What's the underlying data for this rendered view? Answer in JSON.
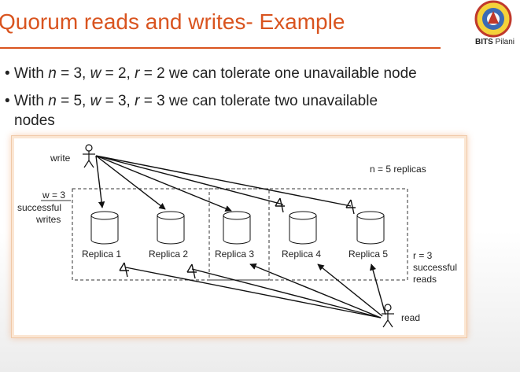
{
  "slide": {
    "title": "Quorum reads and writes- Example",
    "logo_text_bold": "BITS",
    "logo_text_rest": " Pilani"
  },
  "bullets": [
    {
      "prefix": "• With ",
      "n_var": "n",
      "n_eq": " = 3, ",
      "w_var": "w",
      "w_eq": " = 2, ",
      "r_var": "r",
      "r_eq": " = 2 ",
      "rest": "we can tolerate one unavailable node"
    },
    {
      "prefix": "• With ",
      "n_var": "n",
      "n_eq": " = 5, ",
      "w_var": "w",
      "w_eq": " = 3, ",
      "r_var": "r",
      "r_eq": " = 3 ",
      "rest": "we can tolerate two unavailable",
      "continuation": "nodes"
    }
  ],
  "diagram": {
    "write_label": "write",
    "read_label": "read",
    "replicas_label": "n = 5 replicas",
    "w_label_1": "w = 3",
    "w_label_2": "successful",
    "w_label_3": "writes",
    "r_label_1": "r = 3",
    "r_label_2": "successful",
    "r_label_3": "reads",
    "replicas": [
      "Replica 1",
      "Replica 2",
      "Replica 3",
      "Replica 4",
      "Replica 5"
    ]
  },
  "colors": {
    "title": "#d9541f",
    "rule": "#d9541f",
    "figure_border": "#f0c9a8"
  },
  "icons": [
    "bits-pilani-logo",
    "stick-figure-icon"
  ]
}
